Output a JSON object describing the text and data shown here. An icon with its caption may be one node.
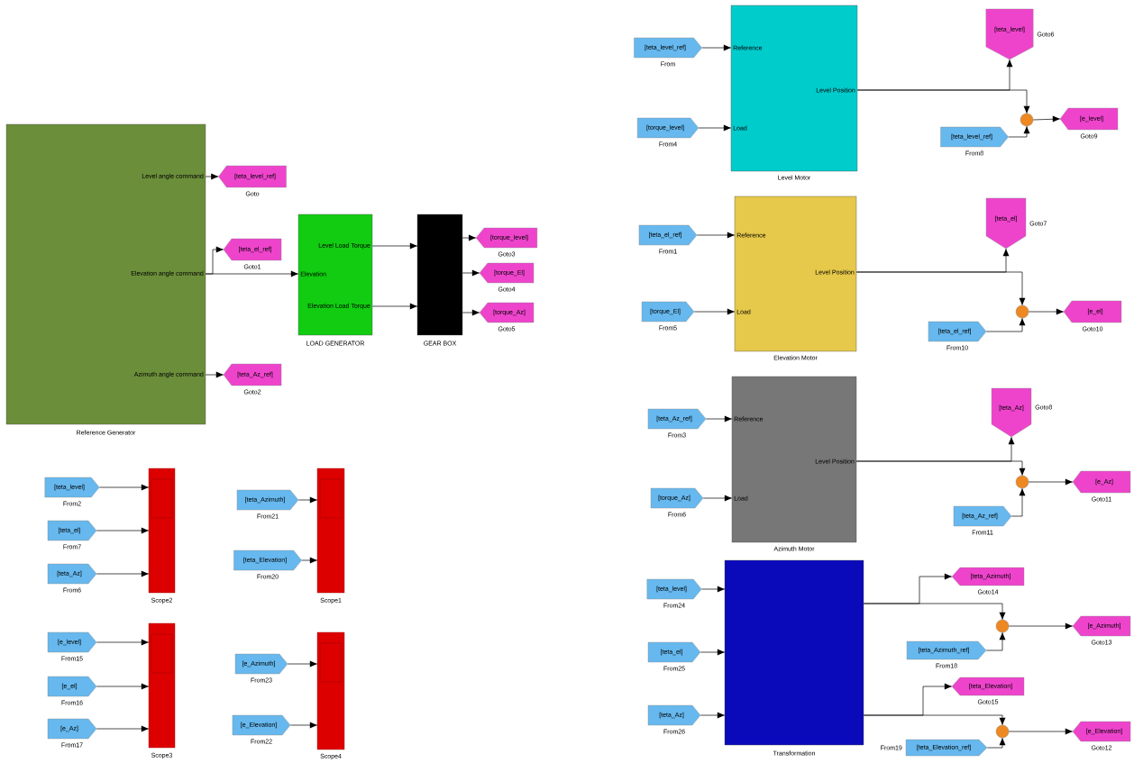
{
  "diagram": {
    "nodes": [
      {
        "text": [
          "Level angle command",
          "Elevation angle command",
          "Azimuth angle command"
        ],
        "beside": [
          "Reference Generator"
        ]
      },
      {
        "text": [
          "[teta_level_ref]"
        ],
        "beside": [
          "Goto"
        ]
      },
      {
        "text": [
          "[teta_el_ref]"
        ],
        "beside": [
          "Goto1"
        ]
      },
      {
        "text": [
          "[teta_Az_ref]"
        ],
        "beside": [
          "Goto2"
        ]
      },
      {
        "text": [
          "Level Load Torque",
          "Elevation",
          "Elevation Load Torque"
        ],
        "beside": [
          "LOAD GENERATOR"
        ]
      },
      {
        "text": [],
        "shape": "box",
        "beside": [
          "GEAR BOX"
        ]
      },
      {
        "text": [
          "[torque_level]"
        ],
        "beside": [
          "Goto3"
        ]
      },
      {
        "text": [
          "[torque_El]"
        ],
        "beside": [
          "Goto4"
        ]
      },
      {
        "text": [
          "[torque_Az]"
        ],
        "beside": [
          "Goto5"
        ]
      },
      {
        "text": [
          "[teta_level]"
        ],
        "beside": [
          "From2"
        ]
      },
      {
        "text": [
          "[teta_el]"
        ],
        "beside": [
          "From7"
        ]
      },
      {
        "text": [
          "[teta_Az]"
        ],
        "beside": [
          "From6"
        ]
      },
      {
        "text": [],
        "shape": "bar",
        "beside": [
          "Scope2"
        ]
      },
      {
        "text": [
          "[teta_Azimuth]"
        ],
        "beside": [
          "From21"
        ]
      },
      {
        "text": [
          "[teta_Elevation]"
        ],
        "beside": [
          "From20"
        ]
      },
      {
        "text": [],
        "shape": "bar",
        "beside": [
          "Scope1"
        ]
      },
      {
        "text": [
          "[e_level]"
        ],
        "beside": [
          "From15"
        ]
      },
      {
        "text": [
          "[e_el]"
        ],
        "beside": [
          "From16"
        ]
      },
      {
        "text": [
          "[e_Az]"
        ],
        "beside": [
          "From17"
        ]
      },
      {
        "text": [],
        "shape": "bar",
        "beside": [
          "Scope3"
        ]
      },
      {
        "text": [
          "[e_Azimuth]"
        ],
        "beside": [
          "From23"
        ]
      },
      {
        "text": [
          "[e_Elevation]"
        ],
        "beside": [
          "From22"
        ]
      },
      {
        "text": [],
        "shape": "bar",
        "beside": [
          "Scope4"
        ]
      },
      {
        "text": [
          "Reference",
          "Level Position",
          "Load"
        ],
        "beside": [
          "Level Motor"
        ]
      },
      {
        "text": [
          "[teta_level_ref]"
        ],
        "beside": [
          "From"
        ]
      },
      {
        "text": [
          "[torque_level]"
        ],
        "beside": [
          "From4"
        ]
      },
      {
        "text": [
          "[teta_level]"
        ],
        "beside": [
          "Goto6"
        ]
      },
      {
        "text": [],
        "shape": "circle"
      },
      {
        "text": [
          "[teta_level_ref]"
        ],
        "beside": [
          "From8"
        ]
      },
      {
        "text": [
          "[e_level]"
        ],
        "beside": [
          "Goto9"
        ]
      },
      {
        "text": [
          "Reference",
          "Level Position",
          "Load"
        ],
        "beside": [
          "Elevation Motor"
        ]
      },
      {
        "text": [
          "[teta_el_ref]"
        ],
        "beside": [
          "From1"
        ]
      },
      {
        "text": [
          "[torque_El]"
        ],
        "beside": [
          "From5"
        ]
      },
      {
        "text": [
          "[teta_el]"
        ],
        "beside": [
          "Goto7"
        ]
      },
      {
        "text": [],
        "shape": "circle"
      },
      {
        "text": [
          "[teta_el_ref]"
        ],
        "beside": [
          "From10"
        ]
      },
      {
        "text": [
          "[e_el]"
        ],
        "beside": [
          "Goto10"
        ]
      },
      {
        "text": [
          "Reference",
          "Level Position",
          "Load"
        ],
        "beside": [
          "Azimuth Motor"
        ]
      },
      {
        "text": [
          "[teta_Az_ref]"
        ],
        "beside": [
          "From3"
        ]
      },
      {
        "text": [
          "[torque_Az]"
        ],
        "beside": [
          "From6"
        ]
      },
      {
        "text": [
          "[teta_Az]"
        ],
        "beside": [
          "Goto8"
        ]
      },
      {
        "text": [],
        "shape": "circle"
      },
      {
        "text": [
          "[teta_Az_ref]"
        ],
        "beside": [
          "From11"
        ]
      },
      {
        "text": [
          "[e_Az]"
        ],
        "beside": [
          "Goto11"
        ]
      },
      {
        "text": [],
        "shape": "box",
        "beside": [
          "Transformation"
        ]
      },
      {
        "text": [
          "[teta_level]"
        ],
        "beside": [
          "From24"
        ]
      },
      {
        "text": [
          "[teta_el]"
        ],
        "beside": [
          "From25"
        ]
      },
      {
        "text": [
          "[teta_Az]"
        ],
        "beside": [
          "From26"
        ]
      },
      {
        "text": [
          "[teta_Azimuth]"
        ],
        "beside": [
          "Goto14"
        ]
      },
      {
        "text": [],
        "shape": "circle"
      },
      {
        "text": [
          "[teta_Azimuth_ref]"
        ],
        "beside": [
          "From18"
        ]
      },
      {
        "text": [
          "[e_Azimuth]"
        ],
        "beside": [
          "Goto13"
        ]
      },
      {
        "text": [
          "[teta_Elevation]"
        ],
        "beside": [
          "Goto15"
        ]
      },
      {
        "text": [],
        "shape": "circle"
      },
      {
        "text": [
          "[teta_Elevation_ref]"
        ],
        "beside": [
          "From19"
        ]
      },
      {
        "text": [
          "[e_Elevation]"
        ],
        "beside": [
          "Goto12"
        ]
      }
    ],
    "edges": [
      {
        "from": 0,
        "to": 1,
        "arrow": "to"
      },
      {
        "from": 0,
        "to": 2,
        "arrow": "to"
      },
      {
        "from": 0,
        "to": 4,
        "arrow": "to"
      },
      {
        "from": 0,
        "to": 3,
        "arrow": "to"
      },
      {
        "from": 4,
        "to": 5,
        "arrow": "to"
      },
      {
        "from": 4,
        "to": 5,
        "arrow": "to"
      },
      {
        "from": 5,
        "to": 6,
        "arrow": "to"
      },
      {
        "from": 5,
        "to": 7,
        "arrow": "to"
      },
      {
        "from": 5,
        "to": 8,
        "arrow": "to"
      },
      {
        "from": 9,
        "to": 12,
        "arrow": "to"
      },
      {
        "from": 10,
        "to": 12,
        "arrow": "to"
      },
      {
        "from": 11,
        "to": 12,
        "arrow": "to"
      },
      {
        "from": 13,
        "to": 15,
        "arrow": "to"
      },
      {
        "from": 14,
        "to": 15,
        "arrow": "to"
      },
      {
        "from": 16,
        "to": 19,
        "arrow": "to"
      },
      {
        "from": 17,
        "to": 19,
        "arrow": "to"
      },
      {
        "from": 18,
        "to": 19,
        "arrow": "to"
      },
      {
        "from": 20,
        "to": 22,
        "arrow": "to"
      },
      {
        "from": 21,
        "to": 22,
        "arrow": "to"
      },
      {
        "from": 24,
        "to": 23,
        "arrow": "to"
      },
      {
        "from": 25,
        "to": 23,
        "arrow": "to"
      },
      {
        "from": 23,
        "to": 26,
        "arrow": "to"
      },
      {
        "from": 23,
        "to": 27,
        "arrow": "to"
      },
      {
        "from": 28,
        "to": 27,
        "arrow": "to"
      },
      {
        "from": 27,
        "to": 29,
        "arrow": "to"
      },
      {
        "from": 31,
        "to": 30,
        "arrow": "to"
      },
      {
        "from": 32,
        "to": 30,
        "arrow": "to"
      },
      {
        "from": 30,
        "to": 33,
        "arrow": "to"
      },
      {
        "from": 30,
        "to": 34,
        "arrow": "to"
      },
      {
        "from": 35,
        "to": 34,
        "arrow": "to"
      },
      {
        "from": 34,
        "to": 36,
        "arrow": "to"
      },
      {
        "from": 38,
        "to": 37,
        "arrow": "to"
      },
      {
        "from": 39,
        "to": 37,
        "arrow": "to"
      },
      {
        "from": 37,
        "to": 40,
        "arrow": "to"
      },
      {
        "from": 37,
        "to": 41,
        "arrow": "to"
      },
      {
        "from": 42,
        "to": 41,
        "arrow": "to"
      },
      {
        "from": 41,
        "to": 43,
        "arrow": "to"
      },
      {
        "from": 45,
        "to": 44,
        "arrow": "to"
      },
      {
        "from": 46,
        "to": 44,
        "arrow": "to"
      },
      {
        "from": 47,
        "to": 44,
        "arrow": "to"
      },
      {
        "from": 44,
        "to": 48,
        "arrow": "to"
      },
      {
        "from": 44,
        "to": 49,
        "arrow": "to"
      },
      {
        "from": 50,
        "to": 49,
        "arrow": "to"
      },
      {
        "from": 49,
        "to": 51,
        "arrow": "to"
      },
      {
        "from": 44,
        "to": 52,
        "arrow": "to"
      },
      {
        "from": 44,
        "to": 53,
        "arrow": "to"
      },
      {
        "from": 54,
        "to": 53,
        "arrow": "to"
      },
      {
        "from": 53,
        "to": 55,
        "arrow": "to"
      }
    ]
  }
}
